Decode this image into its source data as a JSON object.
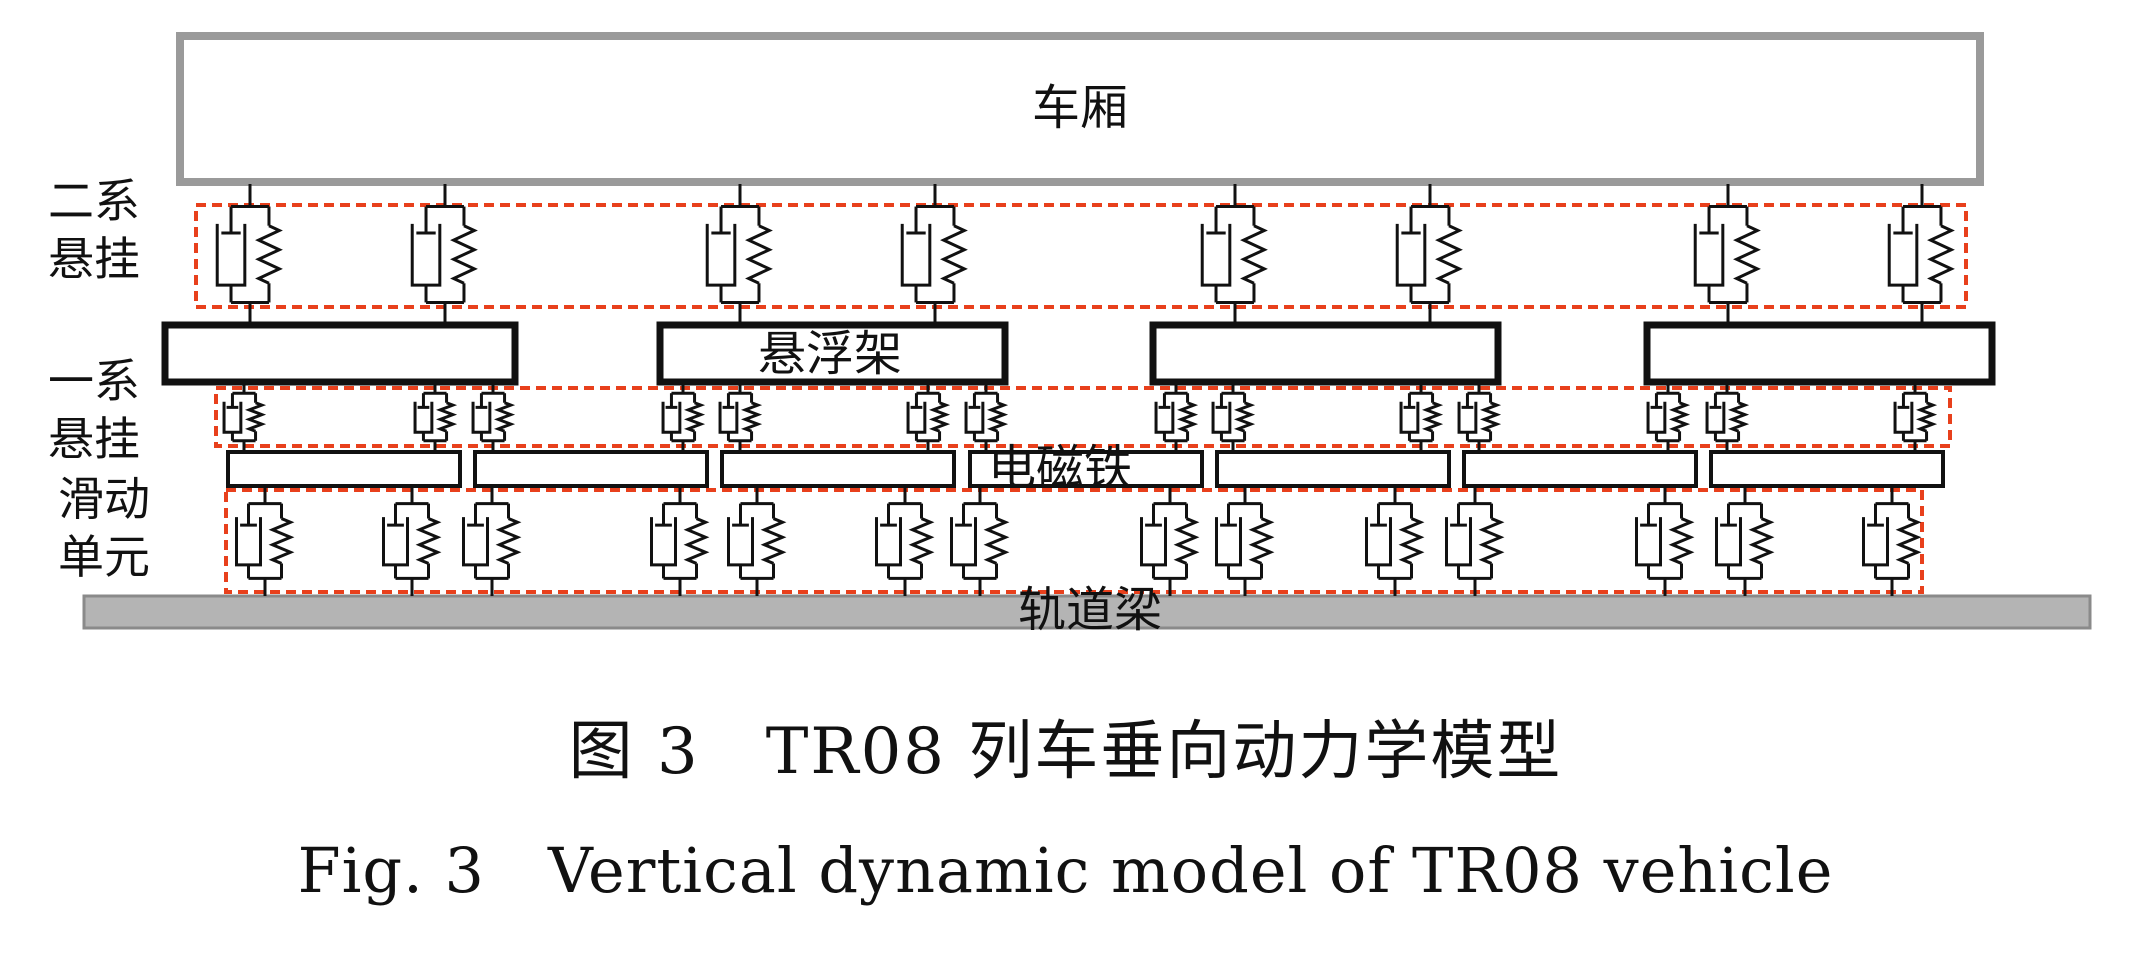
{
  "labels": {
    "car_body": "车厢",
    "secondary_suspension": [
      "二系",
      "悬挂"
    ],
    "primary_suspension": [
      "一系",
      "悬挂"
    ],
    "sliding_unit": [
      "滑动",
      "单元"
    ],
    "levitation_frame": "悬浮架",
    "electromagnet": "电磁铁",
    "track_beam": "轨道梁"
  },
  "caption": {
    "zh": "图 3　TR08 列车垂向动力学模型",
    "en": "Fig. 3　Vertical dynamic model of TR08 vehicle"
  },
  "colors": {
    "car_body_border": "#9a9a9a",
    "track_beam_fill": "#b4b4b4",
    "group_dash": "#e8401c",
    "frame_border": "#111111"
  },
  "model": {
    "levitation_frames": 4,
    "secondary_suspensions": 8,
    "primary_suspensions": 14,
    "electromagnets": 7,
    "sliding_units": 14
  }
}
